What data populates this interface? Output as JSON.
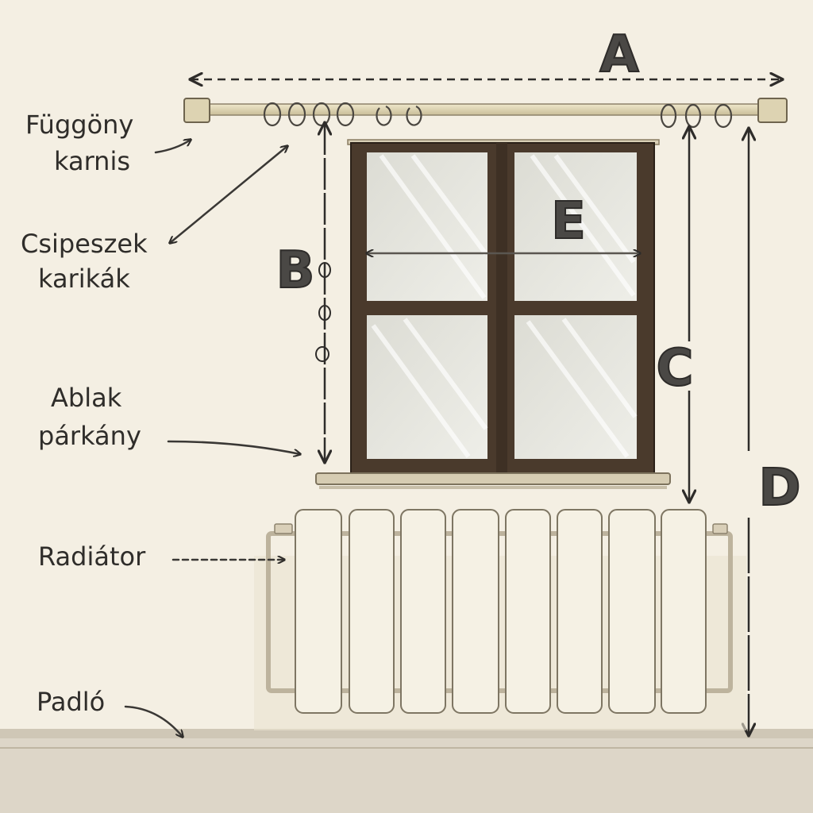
{
  "labels": {
    "curtain_rod_line1": "Függöny",
    "curtain_rod_line2": "karnis",
    "clips_line1": "Csipeszek",
    "clips_line2": "karikák",
    "sill_line1": "Ablak",
    "sill_line2": "párkány",
    "radiator": "Radiátor",
    "floor": "Padló"
  },
  "dimensions": {
    "a": "A",
    "b": "B",
    "c": "C",
    "d": "D",
    "e": "E"
  },
  "colors": {
    "wall": "#f4efe3",
    "floor": "#ddd6c8",
    "rod": "#ddd3b2",
    "window_frame": "#4a3a2c",
    "glass": "#e4e4dc",
    "radiator": "#f5f1e4",
    "line": "#2e2c2a"
  }
}
